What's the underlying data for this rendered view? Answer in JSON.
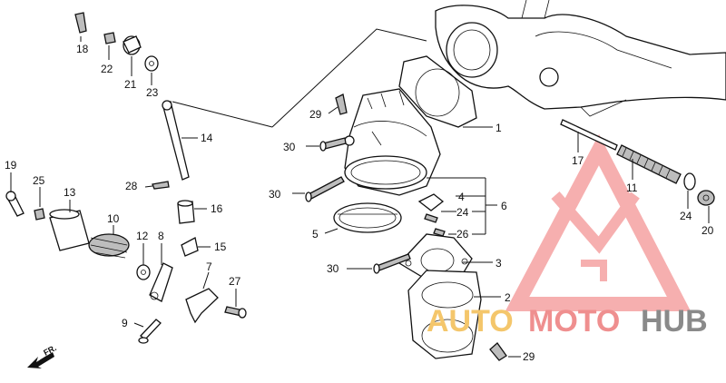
{
  "diagram": {
    "part_labels": [
      "1",
      "2",
      "3",
      "4",
      "5",
      "6",
      "7",
      "8",
      "9",
      "10",
      "11",
      "12",
      "13",
      "14",
      "15",
      "16",
      "17",
      "18",
      "19",
      "20",
      "21",
      "22",
      "23",
      "24",
      "24",
      "25",
      "26",
      "27",
      "28",
      "29",
      "29",
      "30",
      "30",
      "30",
      "30"
    ],
    "direction_label": "FR.",
    "colors": {
      "line": "#111111",
      "watermark_red": "#ef8f8f",
      "watermark_yellow": "#f4c66b",
      "watermark_gray": "#8a8a8a"
    }
  },
  "watermark": {
    "part1": "AUTO",
    "part2": "MOTO",
    "part3": "HUB"
  }
}
